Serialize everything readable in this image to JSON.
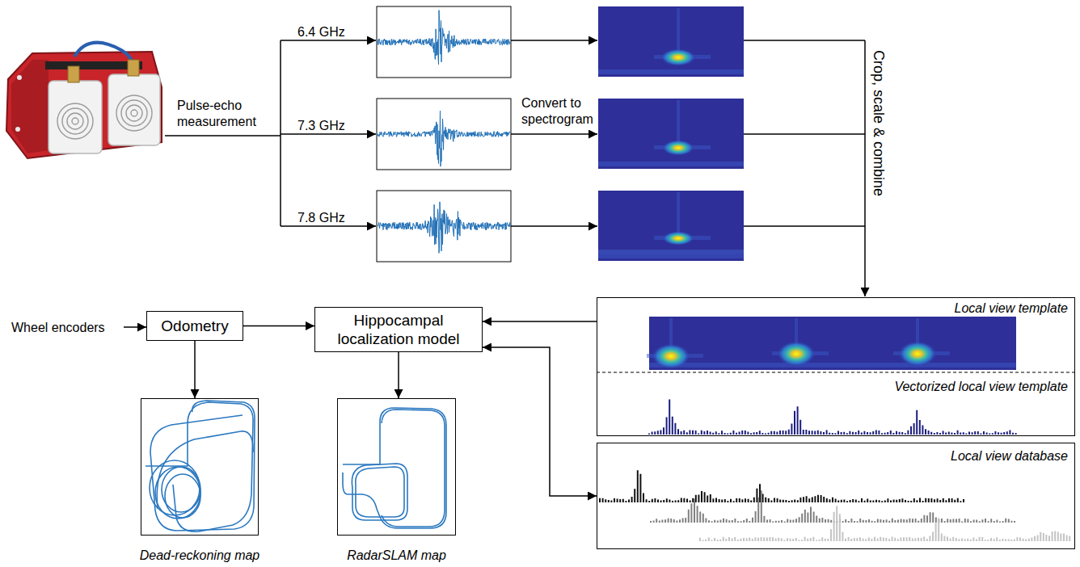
{
  "diagram": {
    "nodes": [
      {
        "text": [
          "Odometry"
        ]
      },
      {
        "text": [
          "Hippocampal localization model"
        ]
      },
      {
        "text": [
          "Local view template",
          "Vectorized local view template"
        ]
      },
      {
        "text": [
          "Dead-reckoning map"
        ]
      },
      {
        "text": [
          "RadarSLAM map"
        ]
      },
      {
        "text": [
          "Local view database"
        ]
      }
    ],
    "edges": [
      {
        "from": 0,
        "to": 1,
        "arrow": "to"
      },
      {
        "from": 2,
        "to": 1,
        "arrow": "to"
      },
      {
        "from": 1,
        "to": 5,
        "arrow": "both"
      },
      {
        "from": 0,
        "to": 3,
        "arrow": "to"
      },
      {
        "from": 1,
        "to": 4,
        "arrow": "to"
      }
    ],
    "labels": [
      "Pulse-echo measurement",
      "6.4 GHz",
      "7.3 GHz",
      "7.8 GHz",
      "Convert to spectrogram",
      "Crop, scale & combine",
      "Wheel encoders"
    ]
  }
}
